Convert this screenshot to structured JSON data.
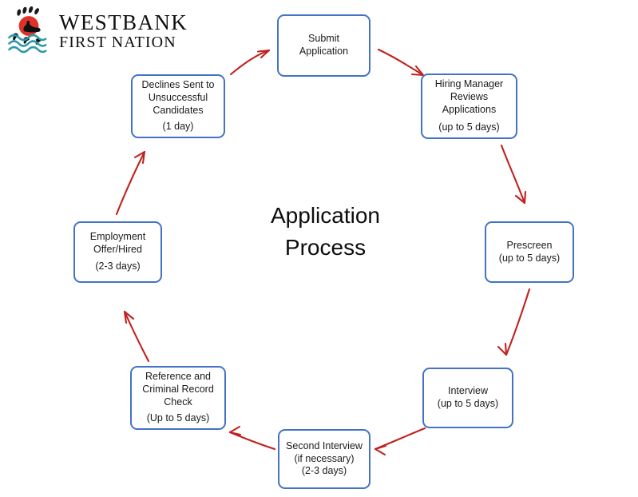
{
  "brand": {
    "name_line1": "WESTBANK",
    "name_line2": "FIRST NATION",
    "logo_icon": "bear-paw-wave-logo",
    "colors": {
      "paw_black": "#1a1a1a",
      "circle_red": "#E03127",
      "wave_teal": "#2E9AA6"
    }
  },
  "diagram": {
    "title_line1": "Application",
    "title_line2": "Process",
    "box_border_color": "#4472C4",
    "arrow_color": "#C0221E",
    "nodes": [
      {
        "id": "submit-application",
        "lines": [
          "Submit",
          "Application"
        ],
        "duration": ""
      },
      {
        "id": "hiring-manager-reviews-applications",
        "lines": [
          "Hiring Manager",
          "Reviews",
          "Applications"
        ],
        "duration": "(up to 5 days)"
      },
      {
        "id": "prescreen",
        "lines": [
          "Prescreen"
        ],
        "duration": "(up to 5 days)"
      },
      {
        "id": "interview",
        "lines": [
          "Interview"
        ],
        "duration": "(up to 5 days)"
      },
      {
        "id": "second-interview",
        "lines": [
          "Second Interview",
          "(if necessary)",
          "(2-3 days)"
        ],
        "duration": ""
      },
      {
        "id": "reference-and-criminal-record-check",
        "lines": [
          "Reference and",
          "Criminal Record",
          "Check"
        ],
        "duration": "(Up to 5 days)"
      },
      {
        "id": "employment-offer-hired",
        "lines": [
          "Employment",
          "Offer/Hired"
        ],
        "duration": "(2-3 days)"
      },
      {
        "id": "declines-sent-to-unsuccessful-candidates",
        "lines": [
          "Declines Sent to",
          "Unsuccessful",
          "Candidates"
        ],
        "duration": "(1 day)"
      }
    ]
  }
}
